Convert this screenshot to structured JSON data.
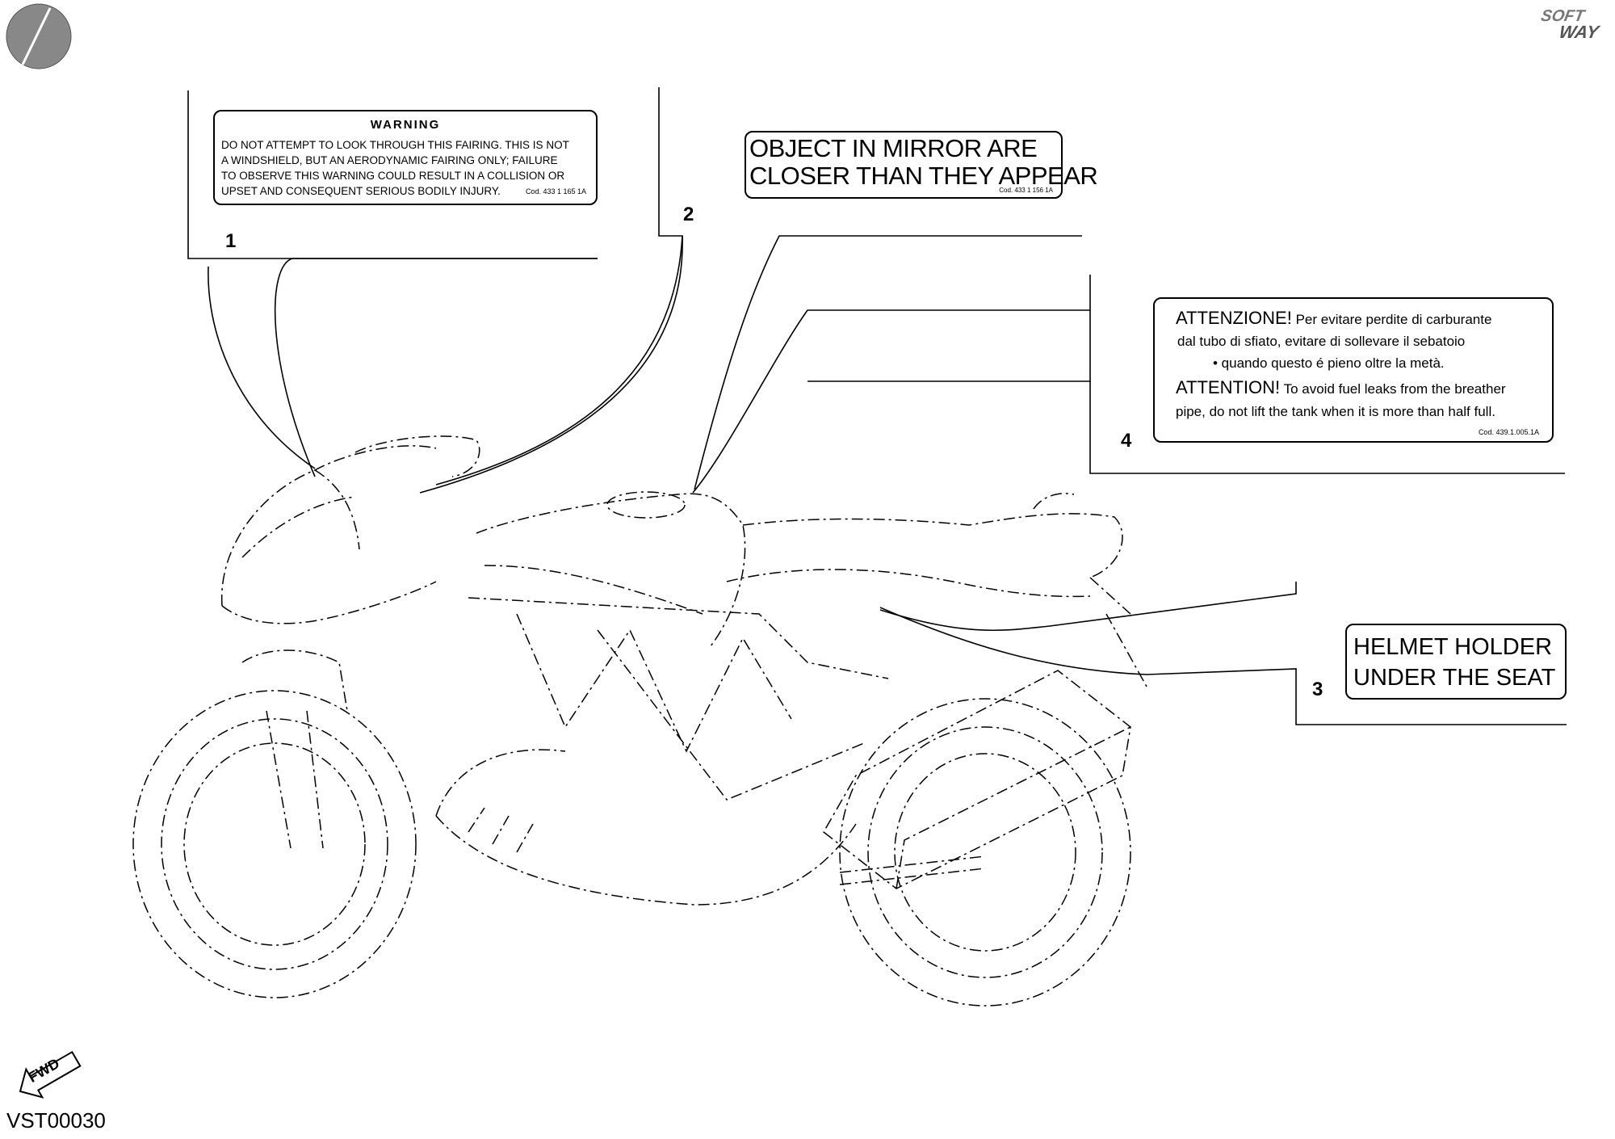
{
  "brand": {
    "logo_text_line1": "SOFT",
    "logo_text_line2": "WAY"
  },
  "labels": [
    {
      "number": "1",
      "heading": "WARNING",
      "lines": [
        "DO NOT ATTEMPT TO LOOK THROUGH THIS FAIRING. THIS IS NOT",
        "A WINDSHIELD, BUT AN AERODYNAMIC FAIRING ONLY; FAILURE",
        "TO OBSERVE THIS WARNING COULD RESULT IN A COLLISION OR",
        "UPSET AND CONSEQUENT SERIOUS BODILY INJURY."
      ],
      "code": "Cod. 433 1 165 1A"
    },
    {
      "number": "2",
      "lines": [
        "OBJECT IN MIRROR ARE",
        "CLOSER THAN THEY APPEAR"
      ],
      "code": "Cod. 433 1 156 1A"
    },
    {
      "number": "3",
      "lines": [
        "HELMET HOLDER",
        "UNDER THE SEAT"
      ]
    },
    {
      "number": "4",
      "it_heading": "ATTENZIONE!",
      "it_lines": [
        "Per evitare perdite di carburante",
        "dal tubo di sfiato, evitare di sollevare il sebatoio",
        "• quando questo é pieno oltre la metà."
      ],
      "en_heading": "ATTENTION!",
      "en_lines": [
        "To avoid fuel leaks from the breather",
        "pipe, do not lift the tank when it is more than half full."
      ],
      "code": "Cod. 439.1.005.1A"
    }
  ],
  "fwd_label": "FWD",
  "figure_code": "VST00030"
}
